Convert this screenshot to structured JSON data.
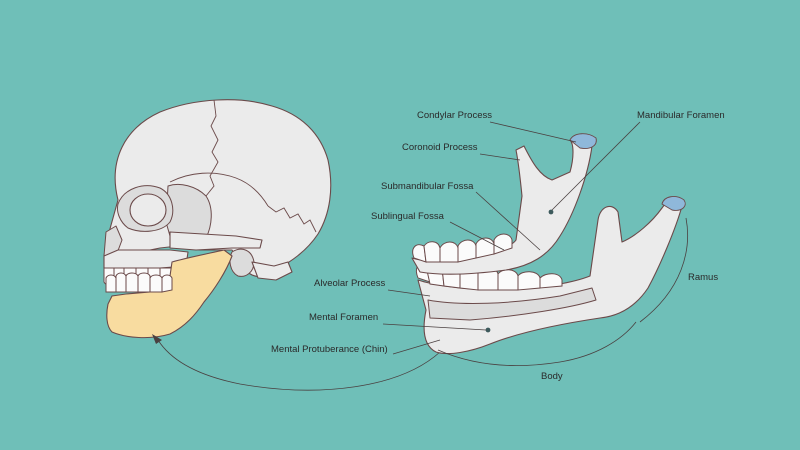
{
  "colors": {
    "background": "#6fbfb8",
    "bone": "#ebebeb",
    "mandible_highlight": "#f8dca0",
    "cartilage": "#8fb8da",
    "outline": "#6b4a4a"
  },
  "labels": {
    "condylar_process": "Condylar Process",
    "coronoid_process": "Coronoid Process",
    "submandibular_fossa": "Submandibular Fossa",
    "sublingual_fossa": "Sublingual Fossa",
    "alveolar_process": "Alveolar Process",
    "mental_foramen": "Mental Foramen",
    "mental_protuberance": "Mental Protuberance (Chin)",
    "mandibular_foramen": "Mandibular Foramen",
    "ramus": "Ramus",
    "body": "Body"
  }
}
